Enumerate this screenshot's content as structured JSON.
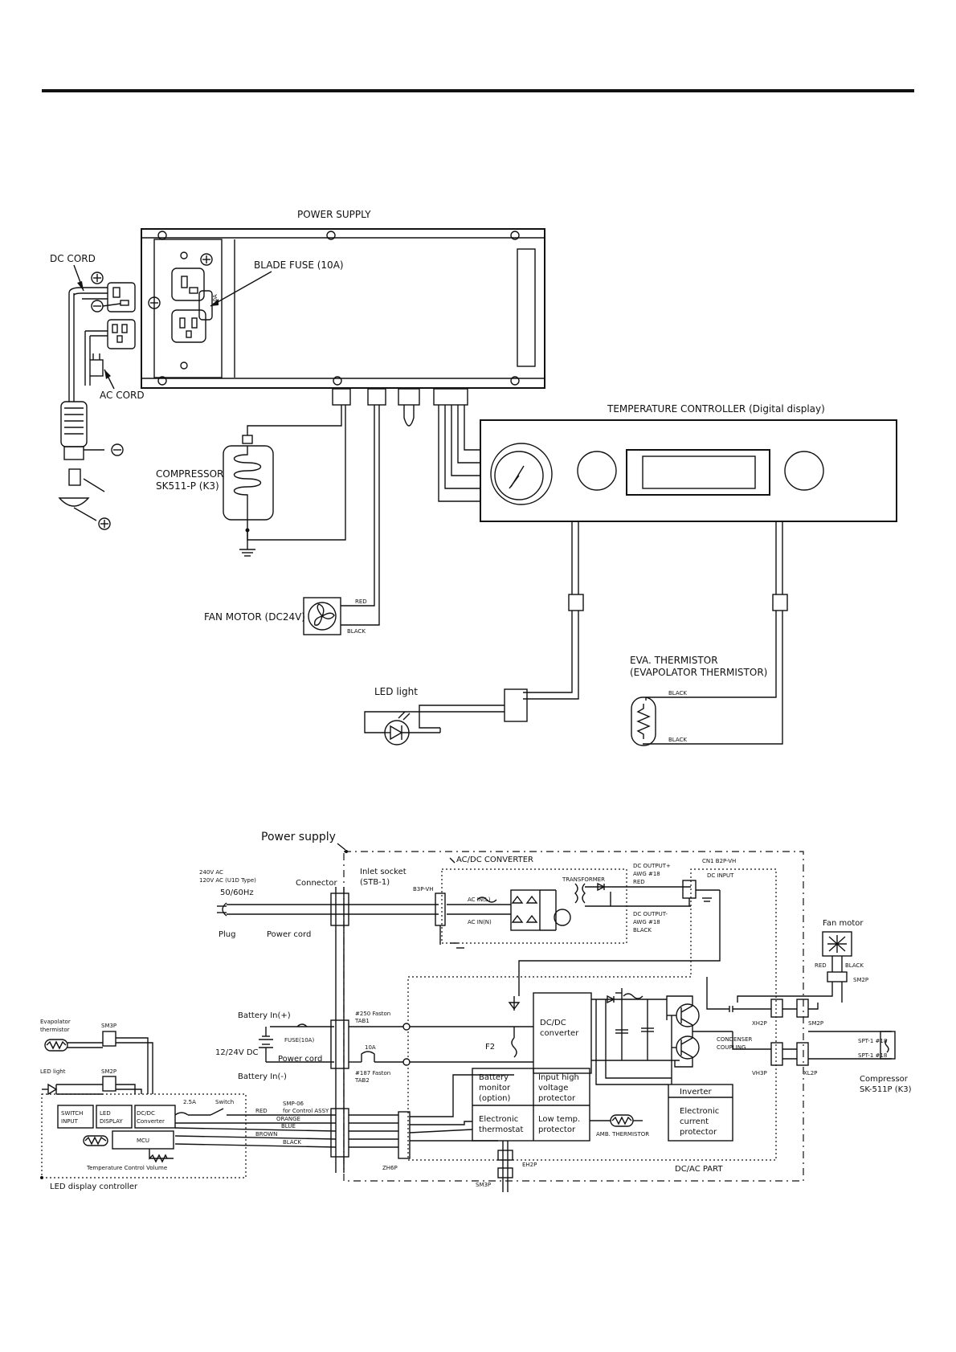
{
  "top": {
    "power_supply": "POWER SUPPLY",
    "blade_fuse": "BLADE FUSE (10A)",
    "fuse_mark": "10A",
    "dc_cord": "DC CORD",
    "ac_cord": "AC CORD",
    "compressor_l1": "COMPRESSOR",
    "compressor_l2": "SK511-P (K3)",
    "fan_motor": "FAN MOTOR (DC24V)",
    "red": "RED",
    "black": "BLACK",
    "temp_controller": "TEMPERATURE CONTROLLER (Digital display)",
    "led_light": "LED light",
    "eva_l1": "EVA. THERMISTOR",
    "eva_l2": "(EVAPOLATOR THERMISTOR)",
    "eva_black_top": "BLACK",
    "eva_black_bottom": "BLACK"
  },
  "bottom": {
    "power_supply": "Power supply",
    "ac_l1": "240V AC",
    "ac_l2": "120V AC (U1D Type)",
    "hz": "50/60Hz",
    "connector": "Connector",
    "inlet_l1": "Inlet socket",
    "inlet_l2": "(STB-1)",
    "acdc": "AC/DC CONVERTER",
    "b3p": "B3P-VH",
    "transformer": "TRANSFORMER",
    "ac_in_l": "AC IN(L)",
    "ac_in_n": "AC IN(N)",
    "dc_out_plus_l1": "DC OUTPUT+",
    "dc_out_plus_l2": "AWG #18",
    "dc_out_plus_l3": "RED",
    "dc_out_minus_l1": "DC OUTPUT-",
    "dc_out_minus_l2": "AWG #18",
    "dc_out_minus_l3": "BLACK",
    "cn1": "CN1 B2P-VH",
    "dc_input": "DC INPUT",
    "plug": "Plug",
    "power_cord_1": "Power cord",
    "fan_motor": "Fan motor",
    "fan_red": "RED",
    "fan_black": "BLACK",
    "sm2p_fan": "SM2P",
    "battery_plus": "Battery In(+)",
    "battery_minus": "Battery In(-)",
    "fuse10a": "FUSE(10A)",
    "v1224": "12/24V DC",
    "power_cord_2": "Power cord",
    "faston250_l1": "#250 Faston",
    "faston250_l2": "TAB1",
    "faston187_l1": "#187 Faston",
    "faston187_l2": "TAB2",
    "tenA": "10A",
    "f2": "F2",
    "dcdc": "DC/DC\nconverter",
    "dcdc_l1": "DC/DC",
    "dcdc_l2": "converter",
    "xh2p": "XH2P",
    "sm2p_right": "SM2P",
    "condenser_l1": "CONDENSER",
    "condenser_l2": "COUPLING",
    "vh3p": "VH3P",
    "xl2p": "XL2P",
    "spt_top": "SPT-1 #18",
    "spt_bottom": "SPT-1 #18",
    "compressor_l1": "Compressor",
    "compressor_l2": "SK-511P (K3)",
    "battery_monitor_l1": "Battery",
    "battery_monitor_l2": "monitor",
    "battery_monitor_l3": "(option)",
    "input_high_l1": "Input high",
    "input_high_l2": "voltage",
    "input_high_l3": "protector",
    "electronic_thermostat_l1": "Electronic",
    "electronic_thermostat_l2": "thermostat",
    "low_temp_l1": "Low temp.",
    "low_temp_l2": "protector",
    "amb_thermistor": "AMB. THERMISTOR",
    "inverter": "Inverter",
    "ecp_l1": "Electronic",
    "ecp_l2": "current",
    "ecp_l3": "protector",
    "dcac": "DC/AC PART",
    "zh6p": "ZH6P",
    "eh2p": "EH2P",
    "sm3p_bottom": "SM3P",
    "smp06_l1": "SMP-06",
    "smp06_l2": "for Control ASSY",
    "evap_l1": "Evapolator",
    "evap_l2": "thermistor",
    "sm3p_left": "SM3P",
    "led_light": "LED light",
    "sm2p_left": "SM2P",
    "switch_input_l1": "SWITCH",
    "switch_input_l2": "INPUT",
    "led_display_l1": "LED",
    "led_display_l2": "DISPLAY",
    "dcdc_small_l1": "DC/DC",
    "dcdc_small_l2": "Converter",
    "mcu": "MCU",
    "fuse25": "2.5A",
    "switch": "Switch",
    "wire_red": "RED",
    "wire_orange": "ORANGE",
    "wire_blue": "BLUE",
    "wire_brown": "BROWN",
    "wire_black": "BLACK",
    "temp_volume": "Temperature Control Volume",
    "led_display_controller": "LED display controller"
  }
}
